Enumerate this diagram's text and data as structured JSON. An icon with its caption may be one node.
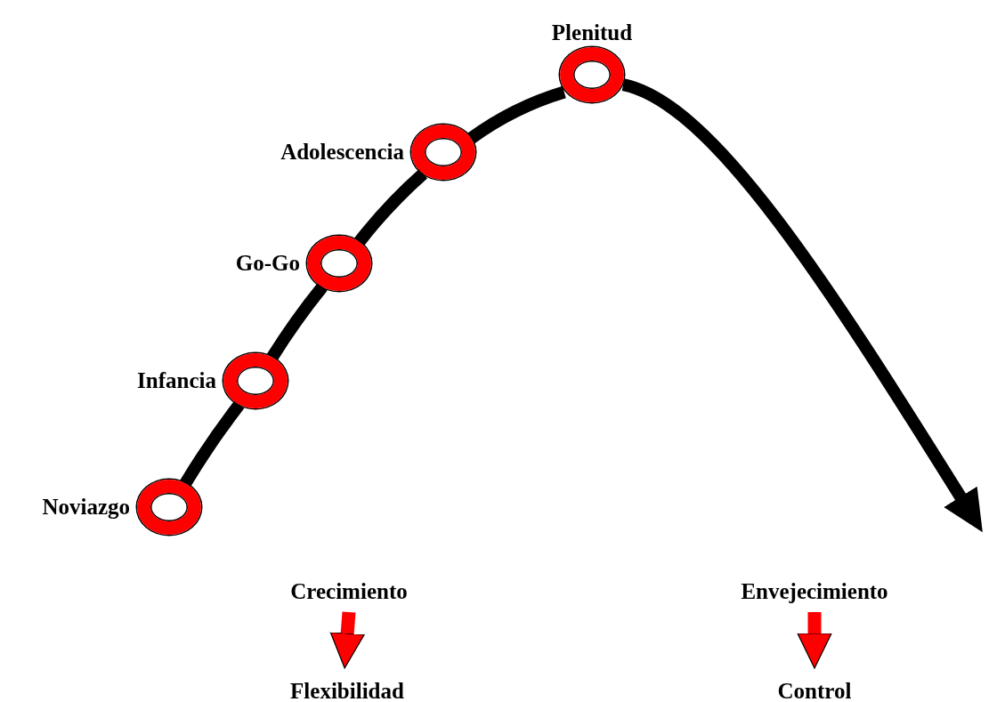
{
  "diagram": {
    "nodes": [
      {
        "text": [
          "Noviazgo"
        ]
      },
      {
        "text": [
          "Infancia"
        ]
      },
      {
        "text": [
          "Go-Go"
        ]
      },
      {
        "text": [
          "Adolescencia"
        ]
      },
      {
        "text": [
          "Plenitud"
        ]
      },
      {
        "text": [
          "Crecimiento"
        ]
      },
      {
        "text": [
          "Flexibilidad"
        ]
      },
      {
        "text": [
          "Envejecimiento"
        ]
      },
      {
        "text": [
          "Control"
        ]
      }
    ],
    "edges": [
      {
        "from": 0,
        "to": 1,
        "arrow": "none"
      },
      {
        "from": 1,
        "to": 2,
        "arrow": "none"
      },
      {
        "from": 2,
        "to": 3,
        "arrow": "none"
      },
      {
        "from": 3,
        "to": 4,
        "arrow": "none"
      },
      {
        "from": 4,
        "to": null,
        "arrow": "to"
      },
      {
        "from": 5,
        "to": 6,
        "arrow": "to",
        "color": "#ff0000"
      },
      {
        "from": 7,
        "to": 8,
        "arrow": "to",
        "color": "#ff0000"
      }
    ]
  }
}
